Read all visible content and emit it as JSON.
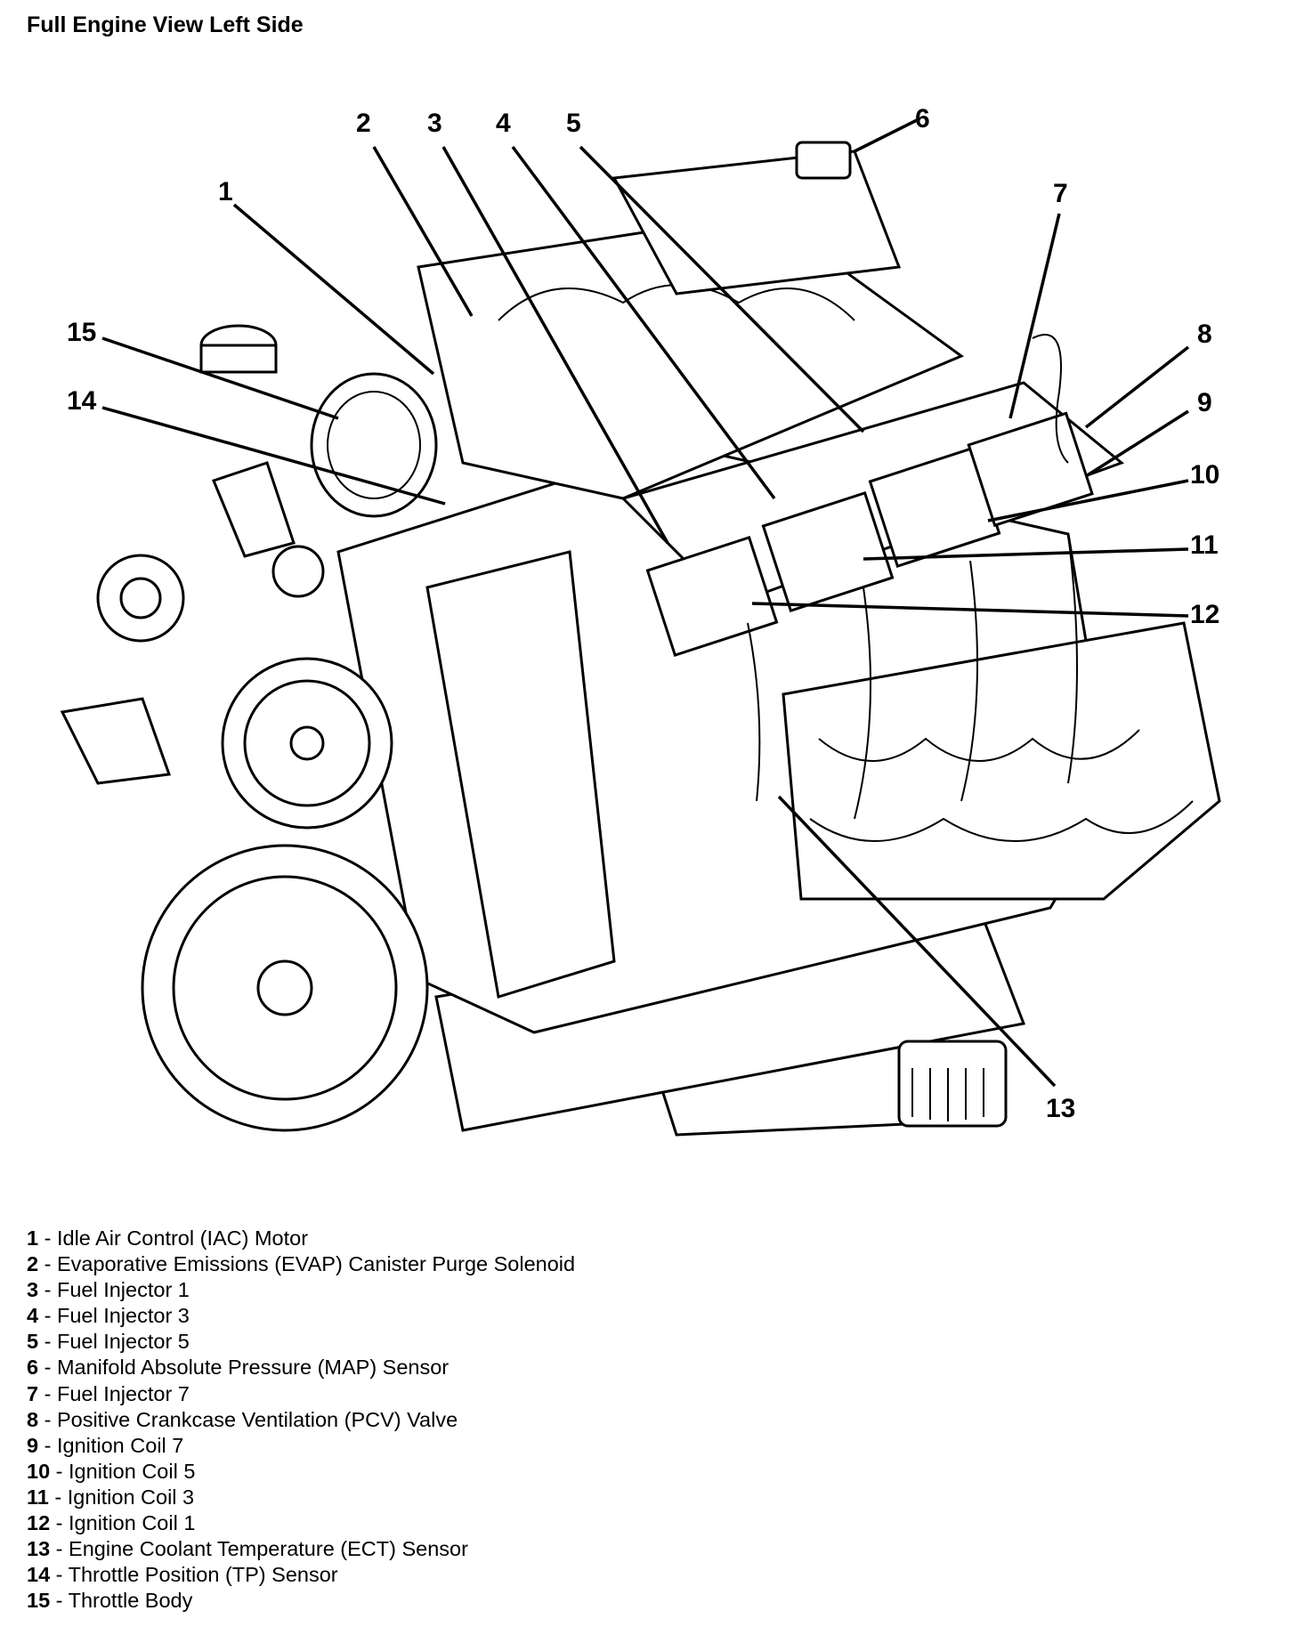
{
  "title": "Full Engine View Left Side",
  "callouts": [
    "1",
    "2",
    "3",
    "4",
    "5",
    "6",
    "7",
    "8",
    "9",
    "10",
    "11",
    "12",
    "13",
    "14",
    "15"
  ],
  "legend": [
    {
      "num": "1",
      "text": "Idle Air Control (IAC) Motor"
    },
    {
      "num": "2",
      "text": "Evaporative Emissions (EVAP) Canister Purge Solenoid"
    },
    {
      "num": "3",
      "text": "Fuel Injector 1"
    },
    {
      "num": "4",
      "text": "Fuel Injector 3"
    },
    {
      "num": "5",
      "text": "Fuel Injector 5"
    },
    {
      "num": "6",
      "text": "Manifold Absolute Pressure (MAP) Sensor"
    },
    {
      "num": "7",
      "text": "Fuel Injector 7"
    },
    {
      "num": "8",
      "text": "Positive Crankcase Ventilation (PCV) Valve"
    },
    {
      "num": "9",
      "text": "Ignition Coil 7"
    },
    {
      "num": "10",
      "text": "Ignition Coil 5"
    },
    {
      "num": "11",
      "text": "Ignition Coil 3"
    },
    {
      "num": "12",
      "text": "Ignition Coil 1"
    },
    {
      "num": "13",
      "text": "Engine Coolant Temperature (ECT) Sensor"
    },
    {
      "num": "14",
      "text": "Throttle Position (TP) Sensor"
    },
    {
      "num": "15",
      "text": "Throttle Body"
    }
  ]
}
